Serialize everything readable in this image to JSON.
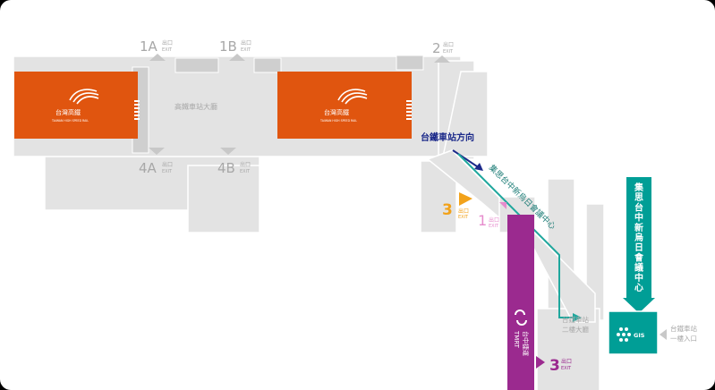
{
  "colors": {
    "floor": "#e3e3e3",
    "floor_dark": "#cfcfcf",
    "outline": "#ffffff",
    "hsr": "#e0550f",
    "tmrt": "#9b2a8f",
    "teal": "#009e96",
    "teal_arrow": "#1fa79d",
    "navy": "#1c2a8a",
    "orange": "#f2a21a",
    "pink": "#e68ccd",
    "gray_text": "#a8a8a8"
  },
  "icons": {
    "hsr_logo": "taiwan-hsr-logo",
    "tmrt_logo": "tmrt-logo",
    "gis_logo": "gis-logo",
    "exit_triangle": "exit-triangle-icon"
  },
  "hsr_logo_text": {
    "name": "台灣高鐵",
    "sub": "TAIWAN HIGH SPEED RAIL"
  },
  "exits": {
    "e1a": {
      "id": "1A",
      "chu": "出口",
      "en": "EXIT"
    },
    "e1b": {
      "id": "1B",
      "chu": "出口",
      "en": "EXIT"
    },
    "e2": {
      "id": "2",
      "chu": "出口",
      "en": "EXIT"
    },
    "e4a": {
      "id": "4A",
      "chu": "出口",
      "en": "EXIT"
    },
    "e4b": {
      "id": "4B",
      "chu": "出口",
      "en": "EXIT"
    },
    "e3_orange": {
      "id": "3",
      "chu": "出口",
      "en": "EXIT"
    },
    "e1_pink": {
      "id": "1",
      "chu": "出口",
      "en": "EXIT"
    },
    "e3_purple": {
      "id": "3",
      "chu": "出口",
      "en": "EXIT"
    }
  },
  "labels": {
    "hall": "高鐵車站大廳",
    "tra_direction": "台鐵車站方向",
    "walkway": "集思台中新烏日會議中心",
    "banner": [
      "集",
      "思",
      "台",
      "中",
      "新",
      "烏",
      "日",
      "會",
      "議",
      "中",
      "心"
    ],
    "tmrt_en": "TMRT",
    "tmrt_zh": "台中捷運",
    "tra_lobby_2f_line1": "台鐵車站",
    "tra_lobby_2f_line2": "二樓大廳",
    "gis": "GIS",
    "tra_1f_line1": "台鐵車站",
    "tra_1f_line2": "一樓入口"
  }
}
